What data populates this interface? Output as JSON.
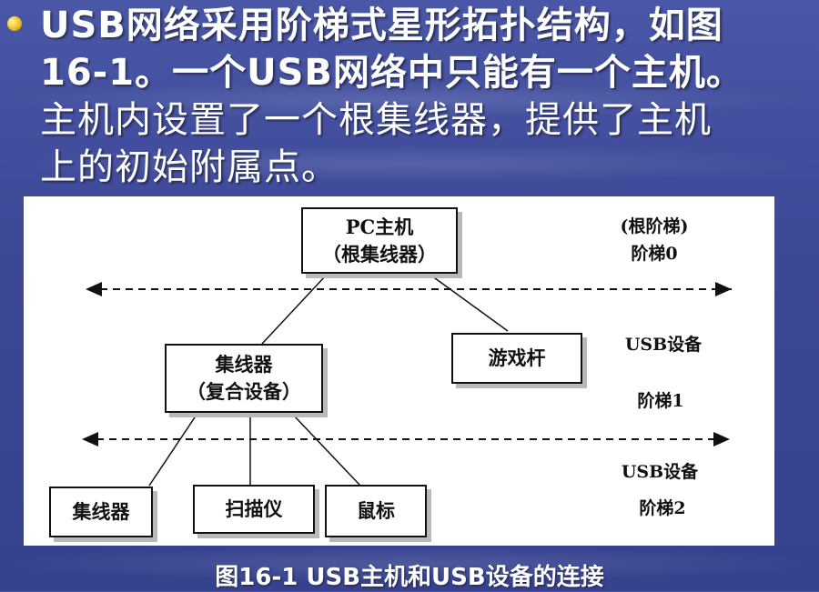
{
  "slide": {
    "text_lines": [
      "USB网络采用阶梯式星形拓扑结构，如图",
      "16-1。一个USB网络中只能有一个主机。",
      "主机内设置了一个根集线器，提供了主机",
      "上的初始附属点。"
    ]
  },
  "diagram": {
    "nodes": {
      "pc_host": {
        "line1": "PC主机",
        "line2": "（根集线器）"
      },
      "hub_compound": {
        "line1": "集线器",
        "line2": "（复合设备）"
      },
      "joystick": {
        "label": "游戏杆"
      },
      "hub": {
        "label": "集线器"
      },
      "scanner": {
        "label": "扫描仪"
      },
      "mouse": {
        "label": "鼠标"
      }
    },
    "tiers": {
      "tier0": {
        "line1": "(根阶梯)",
        "line2": "阶梯0"
      },
      "tier1_device": "USB设备",
      "tier1": "阶梯1",
      "tier2_device": "USB设备",
      "tier2": "阶梯2"
    },
    "edges": [
      [
        "pc_host",
        "hub_compound"
      ],
      [
        "pc_host",
        "joystick"
      ],
      [
        "hub_compound",
        "hub"
      ],
      [
        "hub_compound",
        "scanner"
      ],
      [
        "hub_compound",
        "mouse"
      ]
    ]
  },
  "caption": "图16-1 USB主机和USB设备的连接",
  "colors": {
    "background": "#3c4796",
    "bullet": "#f0c020",
    "text": "#ffffff"
  }
}
